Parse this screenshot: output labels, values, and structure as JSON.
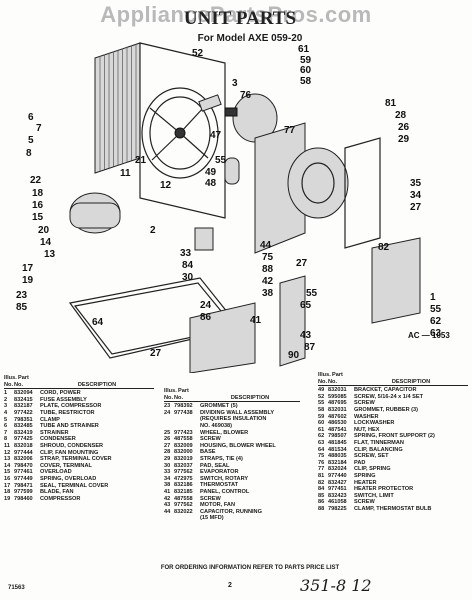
{
  "watermark": "AppliancePartsPros.com",
  "header": {
    "title": "UNIT PARTS",
    "subtitle": "For Model AXE 059-20"
  },
  "diagram": {
    "ref_code": "AC — 1053",
    "callouts": [
      {
        "id": "c52",
        "text": "52"
      },
      {
        "id": "c61",
        "text": "61"
      },
      {
        "id": "c59",
        "text": "59"
      },
      {
        "id": "c60",
        "text": "60"
      },
      {
        "id": "c58",
        "text": "58"
      },
      {
        "id": "c3",
        "text": "3"
      },
      {
        "id": "c76",
        "text": "76"
      },
      {
        "id": "c81",
        "text": "81"
      },
      {
        "id": "c28",
        "text": "28"
      },
      {
        "id": "c26",
        "text": "26"
      },
      {
        "id": "c29",
        "text": "29"
      },
      {
        "id": "c77",
        "text": "77"
      },
      {
        "id": "c6",
        "text": "6"
      },
      {
        "id": "c7",
        "text": "7"
      },
      {
        "id": "c5",
        "text": "5"
      },
      {
        "id": "c8",
        "text": "8"
      },
      {
        "id": "c11",
        "text": "11"
      },
      {
        "id": "c47",
        "text": "47"
      },
      {
        "id": "c21",
        "text": "21"
      },
      {
        "id": "c55",
        "text": "55"
      },
      {
        "id": "c49",
        "text": "49"
      },
      {
        "id": "c48",
        "text": "48"
      },
      {
        "id": "c12",
        "text": "12"
      },
      {
        "id": "c22",
        "text": "22"
      },
      {
        "id": "c18",
        "text": "18"
      },
      {
        "id": "c16",
        "text": "16"
      },
      {
        "id": "c15",
        "text": "15"
      },
      {
        "id": "c20",
        "text": "20"
      },
      {
        "id": "c14",
        "text": "14"
      },
      {
        "id": "c13",
        "text": "13"
      },
      {
        "id": "c2",
        "text": "2"
      },
      {
        "id": "c17",
        "text": "17"
      },
      {
        "id": "c19",
        "text": "19"
      },
      {
        "id": "c23",
        "text": "23"
      },
      {
        "id": "c85",
        "text": "85"
      },
      {
        "id": "c33",
        "text": "33"
      },
      {
        "id": "c84",
        "text": "84"
      },
      {
        "id": "c30",
        "text": "30"
      },
      {
        "id": "c44",
        "text": "44"
      },
      {
        "id": "c75",
        "text": "75"
      },
      {
        "id": "c88",
        "text": "88"
      },
      {
        "id": "c27a",
        "text": "27"
      },
      {
        "id": "c42",
        "text": "42"
      },
      {
        "id": "c38",
        "text": "38"
      },
      {
        "id": "c24",
        "text": "24"
      },
      {
        "id": "c86",
        "text": "86"
      },
      {
        "id": "c64",
        "text": "64"
      },
      {
        "id": "c41",
        "text": "41"
      },
      {
        "id": "c82",
        "text": "82"
      },
      {
        "id": "c65",
        "text": "65"
      },
      {
        "id": "c55b",
        "text": "55"
      },
      {
        "id": "c90",
        "text": "90"
      },
      {
        "id": "c43",
        "text": "43"
      },
      {
        "id": "c87",
        "text": "87"
      },
      {
        "id": "c27b",
        "text": "27"
      },
      {
        "id": "c1",
        "text": "1"
      },
      {
        "id": "c55c",
        "text": "55"
      },
      {
        "id": "c62",
        "text": "62"
      },
      {
        "id": "c63",
        "text": "63"
      },
      {
        "id": "c34",
        "text": "34"
      },
      {
        "id": "c35",
        "text": "35"
      },
      {
        "id": "c27c",
        "text": "27"
      }
    ]
  },
  "tables": {
    "headers": {
      "illus": "Illus.",
      "part": "Part",
      "no": "No.",
      "partno": "No.",
      "desc": "DESCRIPTION"
    },
    "left": [
      [
        "1",
        "832094",
        "CORD, POWER"
      ],
      [
        "2",
        "832415",
        "FUSE ASSEMBLY"
      ],
      [
        "3",
        "832187",
        "PLATE, COMPRESSOR"
      ],
      [
        "4",
        "977422",
        "TUBE, RESTRICTOR"
      ],
      [
        "5",
        "798351",
        "CLAMP"
      ],
      [
        "6",
        "832485",
        "TUBE AND STRAINER"
      ],
      [
        "7",
        "832419",
        "STRAINER"
      ],
      [
        "8",
        "977425",
        "CONDENSER"
      ],
      [
        "11",
        "832018",
        "SHROUD, CONDENSER"
      ],
      [
        "12",
        "977444",
        "CLIP, FAN MOUNTING"
      ],
      [
        "13",
        "832006",
        "STRAP, TERMINAL COVER"
      ],
      [
        "14",
        "798470",
        "COVER, TERMINAL"
      ],
      [
        "15",
        "977461",
        "OVERLOAD"
      ],
      [
        "16",
        "977449",
        "SPRING, OVERLOAD"
      ],
      [
        "17",
        "798471",
        "SEAL, TERMINAL COVER"
      ],
      [
        "18",
        "977599",
        "BLADE, FAN"
      ],
      [
        "19",
        "798460",
        "COMPRESSOR"
      ]
    ],
    "middle": [
      [
        "23",
        "798392",
        "GROMMET (5)"
      ],
      [
        "24",
        "977438",
        "DIVIDING WALL ASSEMBLY"
      ],
      [
        "",
        "",
        "(REQUIRES INSULATION"
      ],
      [
        "",
        "",
        "NO. 469038)"
      ],
      [
        "25",
        "977423",
        "WHEEL, BLOWER"
      ],
      [
        "26",
        "487558",
        "SCREW"
      ],
      [
        "27",
        "832009",
        "HOUSING, BLOWER WHEEL"
      ],
      [
        "28",
        "832000",
        "BASE"
      ],
      [
        "29",
        "832019",
        "STRAPS, TIE (4)"
      ],
      [
        "30",
        "832037",
        "PAD, SEAL"
      ],
      [
        "33",
        "977562",
        "EVAPORATOR"
      ],
      [
        "34",
        "472975",
        "SWITCH, ROTARY"
      ],
      [
        "38",
        "832186",
        "THERMOSTAT"
      ],
      [
        "41",
        "832185",
        "PANEL, CONTROL"
      ],
      [
        "42",
        "487558",
        "SCREW"
      ],
      [
        "43",
        "977562",
        "MOTOR, FAN"
      ],
      [
        "44",
        "832022",
        "CAPACITOR, RUNNING"
      ],
      [
        "",
        "",
        "(15 MFD)"
      ]
    ],
    "right": [
      [
        "49",
        "832031",
        "BRACKET, CAPACITOR"
      ],
      [
        "52",
        "595085",
        "SCREW, 5/16-24 x 1/4 SET"
      ],
      [
        "55",
        "487695",
        "SCREW"
      ],
      [
        "58",
        "832031",
        "GROMMET, RUBBER (3)"
      ],
      [
        "59",
        "487602",
        "WASHER"
      ],
      [
        "60",
        "486530",
        "LOCKWASHER"
      ],
      [
        "61",
        "487541",
        "NUT, HEX"
      ],
      [
        "62",
        "798507",
        "SPRING, FRONT SUPPORT (2)"
      ],
      [
        "63",
        "481845",
        "FLAT, TINNERMAN"
      ],
      [
        "64",
        "481534",
        "CLIP, BALANCING"
      ],
      [
        "75",
        "488035",
        "SCREW, SET"
      ],
      [
        "76",
        "832184",
        "PAD"
      ],
      [
        "77",
        "832024",
        "CLIP, SPRING"
      ],
      [
        "81",
        "977440",
        "SPRING"
      ],
      [
        "82",
        "832427",
        "HEATER"
      ],
      [
        "84",
        "977451",
        "HEATER PROTECTOR"
      ],
      [
        "85",
        "832423",
        "SWITCH, LIMIT"
      ],
      [
        "86",
        "461058",
        "SCREW"
      ],
      [
        "88",
        "798225",
        "CLAMP, THERMOSTAT BULB"
      ]
    ]
  },
  "order_note": "FOR ORDERING INFORMATION REFER TO PARTS PRICE LIST",
  "footer": {
    "code": "71563",
    "page": "2",
    "handwritten": "351-8 12"
  }
}
